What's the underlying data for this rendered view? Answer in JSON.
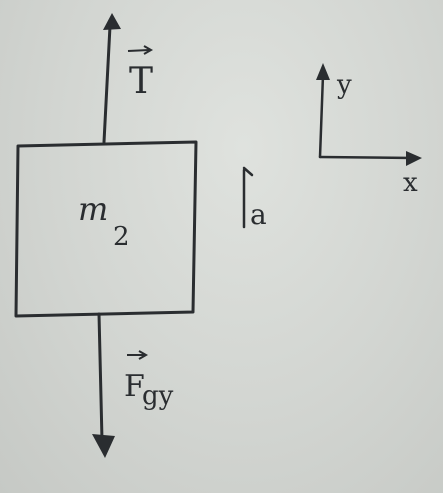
{
  "diagram": {
    "mass_label": {
      "symbol": "m",
      "subscript": "2"
    },
    "forces": {
      "tension": {
        "symbol": "T",
        "has_vector_arrow": true
      },
      "gravity": {
        "symbol": "F",
        "subscript": "gy",
        "has_vector_arrow": true
      }
    },
    "acceleration": {
      "symbol": "a"
    },
    "axes": {
      "y_label": "y",
      "x_label": "x"
    },
    "ink_color": "#2a2d30",
    "paper_color": "#d9dcd8"
  }
}
